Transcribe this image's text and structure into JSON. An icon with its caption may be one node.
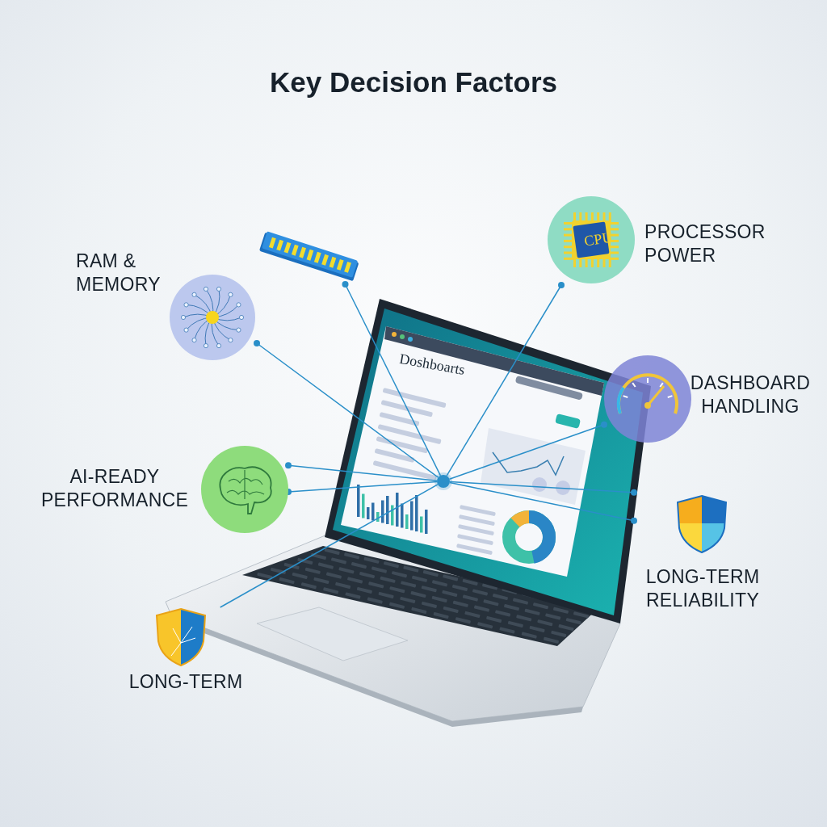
{
  "diagram": {
    "title": "Key Decision Factors",
    "nodes": [
      {
        "text": [],
        "shape": "circle"
      },
      {
        "text": [],
        "shape": "picture"
      },
      {
        "text": [
          "RAM & MEMORY"
        ]
      },
      {
        "text": [
          "PROCESSOR POWER"
        ]
      },
      {
        "text": [
          "DASHBOARD HANDLING"
        ]
      },
      {
        "text": [
          "AI-READY PERFORMANCE"
        ]
      },
      {
        "text": [
          "LONG-TERM RELIABILITY"
        ]
      },
      {
        "text": [
          "LONG-TERM"
        ]
      }
    ],
    "edges": [
      {
        "from": 0,
        "to": 1,
        "arrow": "other"
      },
      {
        "from": 0,
        "to": 2,
        "arrow": "other"
      },
      {
        "from": 0,
        "to": 3,
        "arrow": "other"
      },
      {
        "from": 0,
        "to": 4,
        "arrow": "other"
      },
      {
        "from": 0,
        "to": 5,
        "arrow": "other"
      },
      {
        "from": 0,
        "to": 5,
        "arrow": "other"
      },
      {
        "from": 0,
        "to": 6,
        "arrow": "other"
      },
      {
        "from": 0,
        "to": 6,
        "arrow": "other"
      },
      {
        "from": 0,
        "to": 7,
        "arrow": "none"
      }
    ],
    "labels": [
      "CPU",
      "Doshboarts"
    ]
  }
}
